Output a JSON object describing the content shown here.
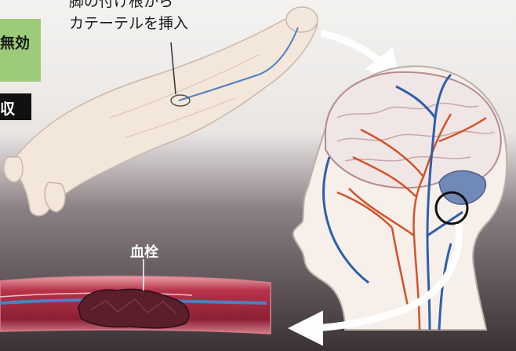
{
  "labels": {
    "catheter_line1": "脚の付け根から",
    "catheter_line2": "カテーテルを挿入",
    "green_box_text": "無効",
    "black_box_text": "収",
    "clot": "血栓"
  },
  "colors": {
    "background_light": "#f2f1ee",
    "background_dark": "#3a3134",
    "body_skin": "#f3e6da",
    "artery": "#d2532a",
    "vein": "#2f5fa8",
    "vessel_wall": "#b7334a",
    "clot": "#5a1f2b",
    "green_box": "#9ccc7a",
    "arrow": "#ffffff"
  }
}
